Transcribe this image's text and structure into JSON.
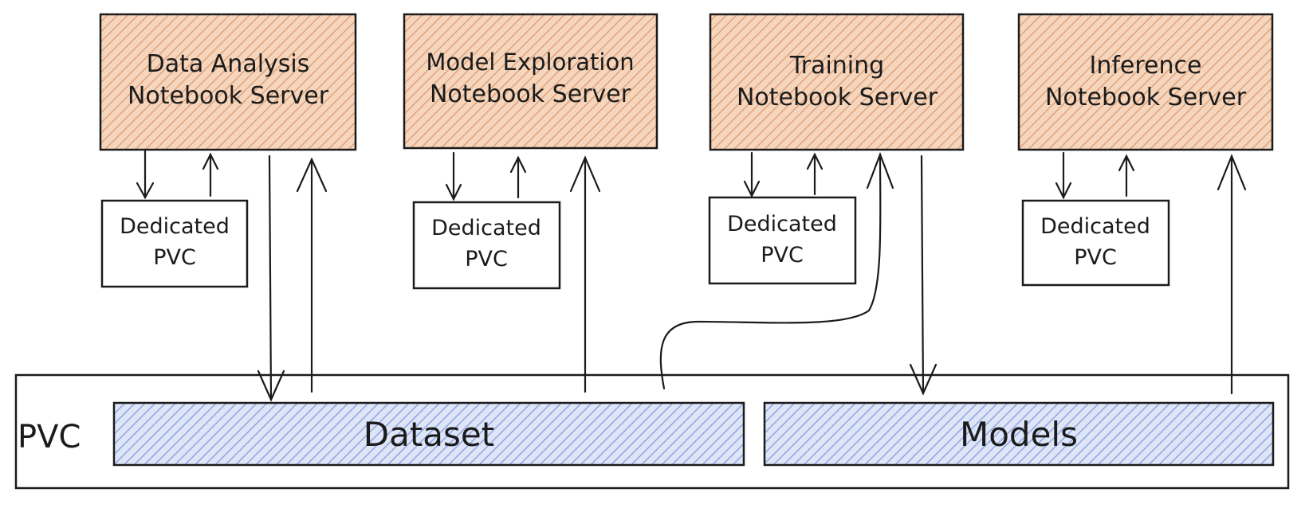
{
  "diagram": {
    "servers": [
      {
        "line1": "Data Analysis",
        "line2": "Notebook Server"
      },
      {
        "line1": "Model Exploration",
        "line2": "Notebook Server"
      },
      {
        "line1": "Training",
        "line2": "Notebook Server"
      },
      {
        "line1": "Inference",
        "line2": "Notebook Server"
      }
    ],
    "dedicated": [
      {
        "line1": "Dedicated",
        "line2": "PVC"
      },
      {
        "line1": "Dedicated",
        "line2": "PVC"
      },
      {
        "line1": "Dedicated",
        "line2": "PVC"
      },
      {
        "line1": "Dedicated",
        "line2": "PVC"
      }
    ],
    "shared_pvc": {
      "label": "PVC",
      "dataset_label": "Dataset",
      "models_label": "Models"
    },
    "colors": {
      "server_fill": "#f2c9a8",
      "server_hatch": "#e0a27a",
      "storage_fill": "#c9d6f2",
      "storage_hatch": "#8fa6e0",
      "stroke": "#1b1b1b"
    }
  }
}
